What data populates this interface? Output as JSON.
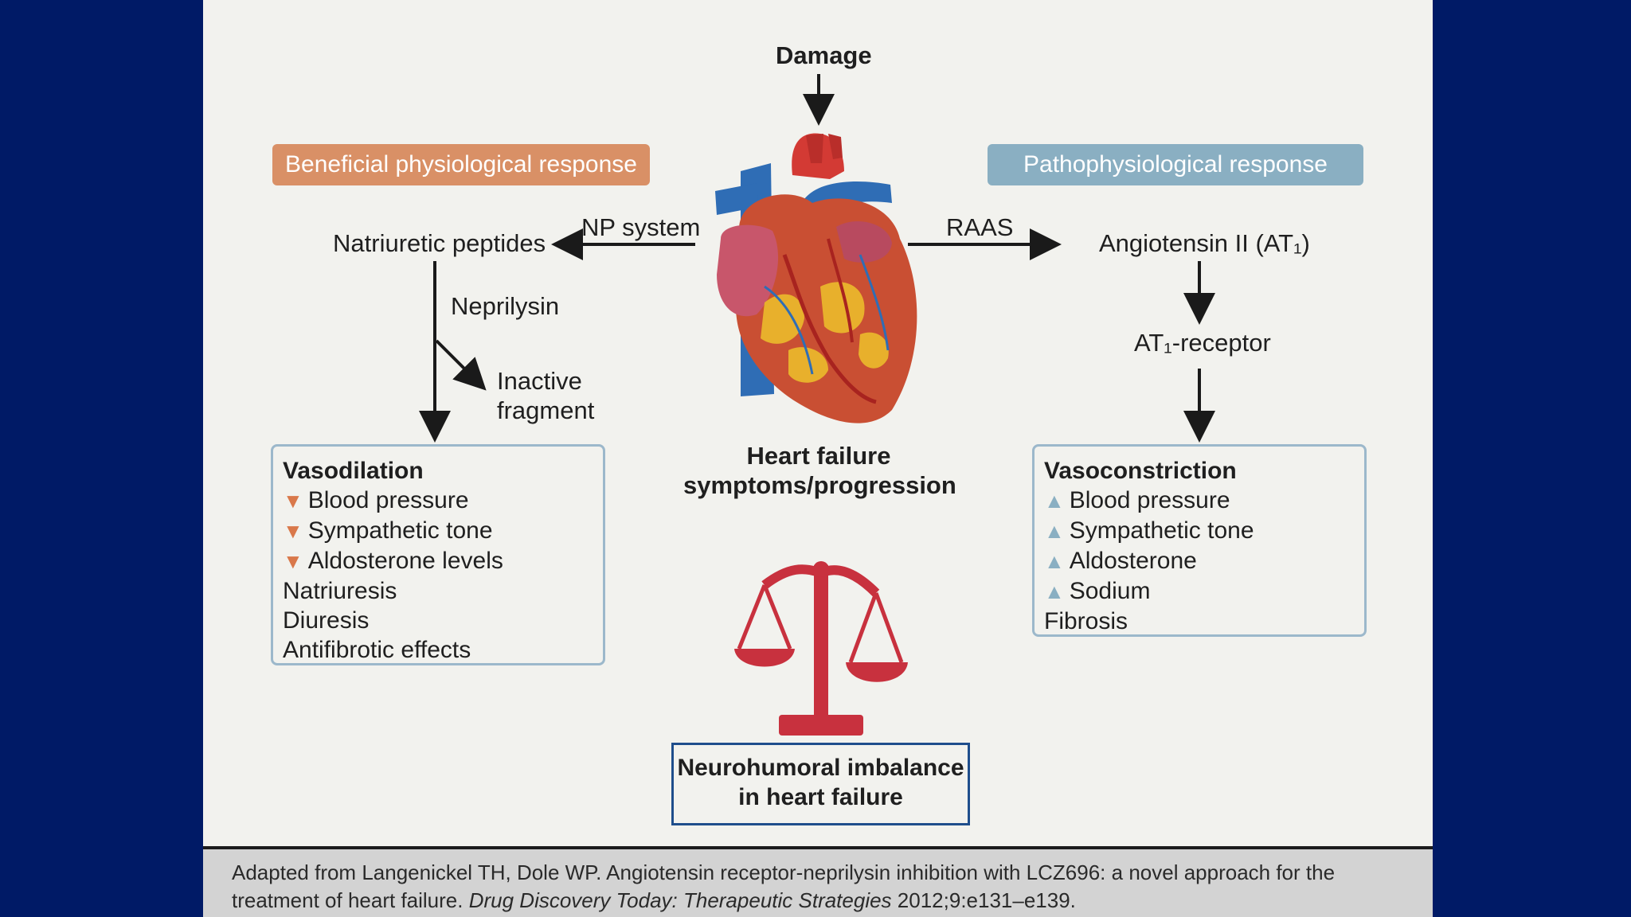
{
  "diagram": {
    "damage": "Damage",
    "beneficial_pill": "Beneficial physiological response",
    "patho_pill": "Pathophysiological response",
    "np_system": "NP system",
    "raas": "RAAS",
    "natriuretic_peptides": "Natriuretic peptides",
    "angiotensin": "Angiotensin II (AT₁)",
    "neprilysin": "Neprilysin",
    "inactive_fragment_1": "Inactive",
    "inactive_fragment_2": "fragment",
    "at1_receptor": "AT₁-receptor",
    "hf_line1": "Heart failure",
    "hf_line2": "symptoms/progression",
    "imbalance_line1": "Neurohumoral imbalance",
    "imbalance_line2": "in heart failure",
    "left_box": {
      "title": "Vasodilation",
      "down_items": [
        "Blood pressure",
        "Sympathetic tone",
        "Aldosterone levels"
      ],
      "plain_items": [
        "Natriuresis",
        "Diuresis",
        "Antifibrotic effects"
      ]
    },
    "right_box": {
      "title": "Vasoconstriction",
      "up_items": [
        "Blood pressure",
        "Sympathetic tone",
        "Aldosterone",
        "Sodium"
      ],
      "plain_items": [
        "Fibrosis"
      ]
    }
  },
  "footer": {
    "citation_main": "Adapted from Langenickel TH, Dole WP. Angiotensin receptor-neprilysin inhibition with LCZ696: a novel approach for the treatment of heart failure.",
    "citation_journal": "Drug Discovery Today: Therapeutic Strategies",
    "citation_tail": "2012;9:e131–e139."
  },
  "colors": {
    "background": "#001a66",
    "slide": "#f2f2ee",
    "orange_accent": "#d99066",
    "blue_accent": "#8aafc2",
    "heart_red": "#d33a34",
    "scale_red": "#c8313e",
    "box_border": "#9cb8cb",
    "imbalance_border": "#1f4e8c"
  }
}
